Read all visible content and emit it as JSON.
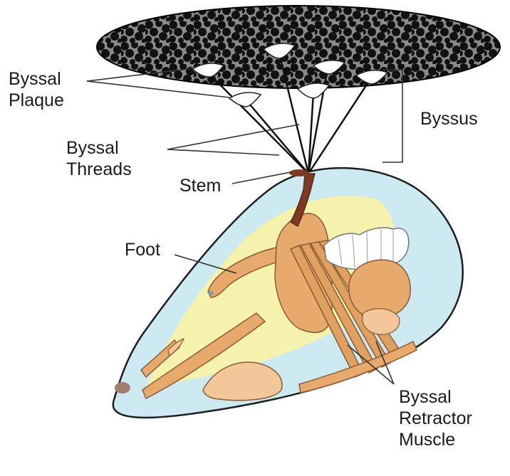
{
  "labels": {
    "byssal_plaque": [
      "Byssal",
      "Plaque"
    ],
    "byssal_threads": [
      "Byssal",
      "Threads"
    ],
    "stem": "Stem",
    "byssus": "Byssus",
    "foot": "Foot",
    "byssal_retractor_muscle": [
      "Byssal",
      "Retractor",
      "Muscle"
    ]
  },
  "colors": {
    "substrate": "#111111",
    "substrate_spots": "#8a8a8a",
    "shell_fill": "#cdeaf2",
    "shell_outline": "#1e1e1e",
    "body_cavity": "#f6f2a8",
    "tissue": "#e8a96c",
    "tissue_light": "#f3c79a",
    "gill": "#ffffff",
    "stem": "#7a3b22",
    "leader_line": "#333333"
  }
}
